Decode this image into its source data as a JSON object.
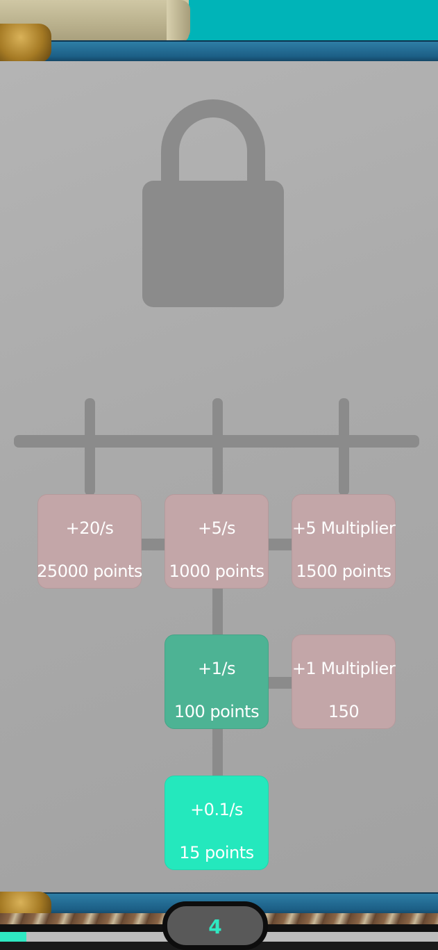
{
  "colors": {
    "locked": "#c3a6a8",
    "owned": "#4db394",
    "available": "#24e8bd",
    "accent": "#2fe8c2",
    "top_teal": "#00b4b8",
    "bar_blue": "#1c5f86",
    "panel_gray": "#aaaaaa"
  },
  "panel": {
    "lock_icon": "padlock-icon"
  },
  "upgrades": [
    {
      "id": "plus20",
      "label": "+20/s",
      "cost": "25000 points",
      "state": "locked"
    },
    {
      "id": "plus5",
      "label": "+5/s",
      "cost": "1000 points",
      "state": "locked"
    },
    {
      "id": "mult5",
      "label": "+5 Multiplier",
      "cost": "1500 points",
      "state": "locked"
    },
    {
      "id": "plus1",
      "label": "+1/s",
      "cost": "100 points",
      "state": "owned"
    },
    {
      "id": "mult1",
      "label": "+1 Multiplier",
      "cost": "150",
      "state": "locked"
    },
    {
      "id": "plus01",
      "label": "+0.1/s",
      "cost": "15 points",
      "state": "available"
    }
  ],
  "footer": {
    "level": "4",
    "progress": 0.06
  }
}
